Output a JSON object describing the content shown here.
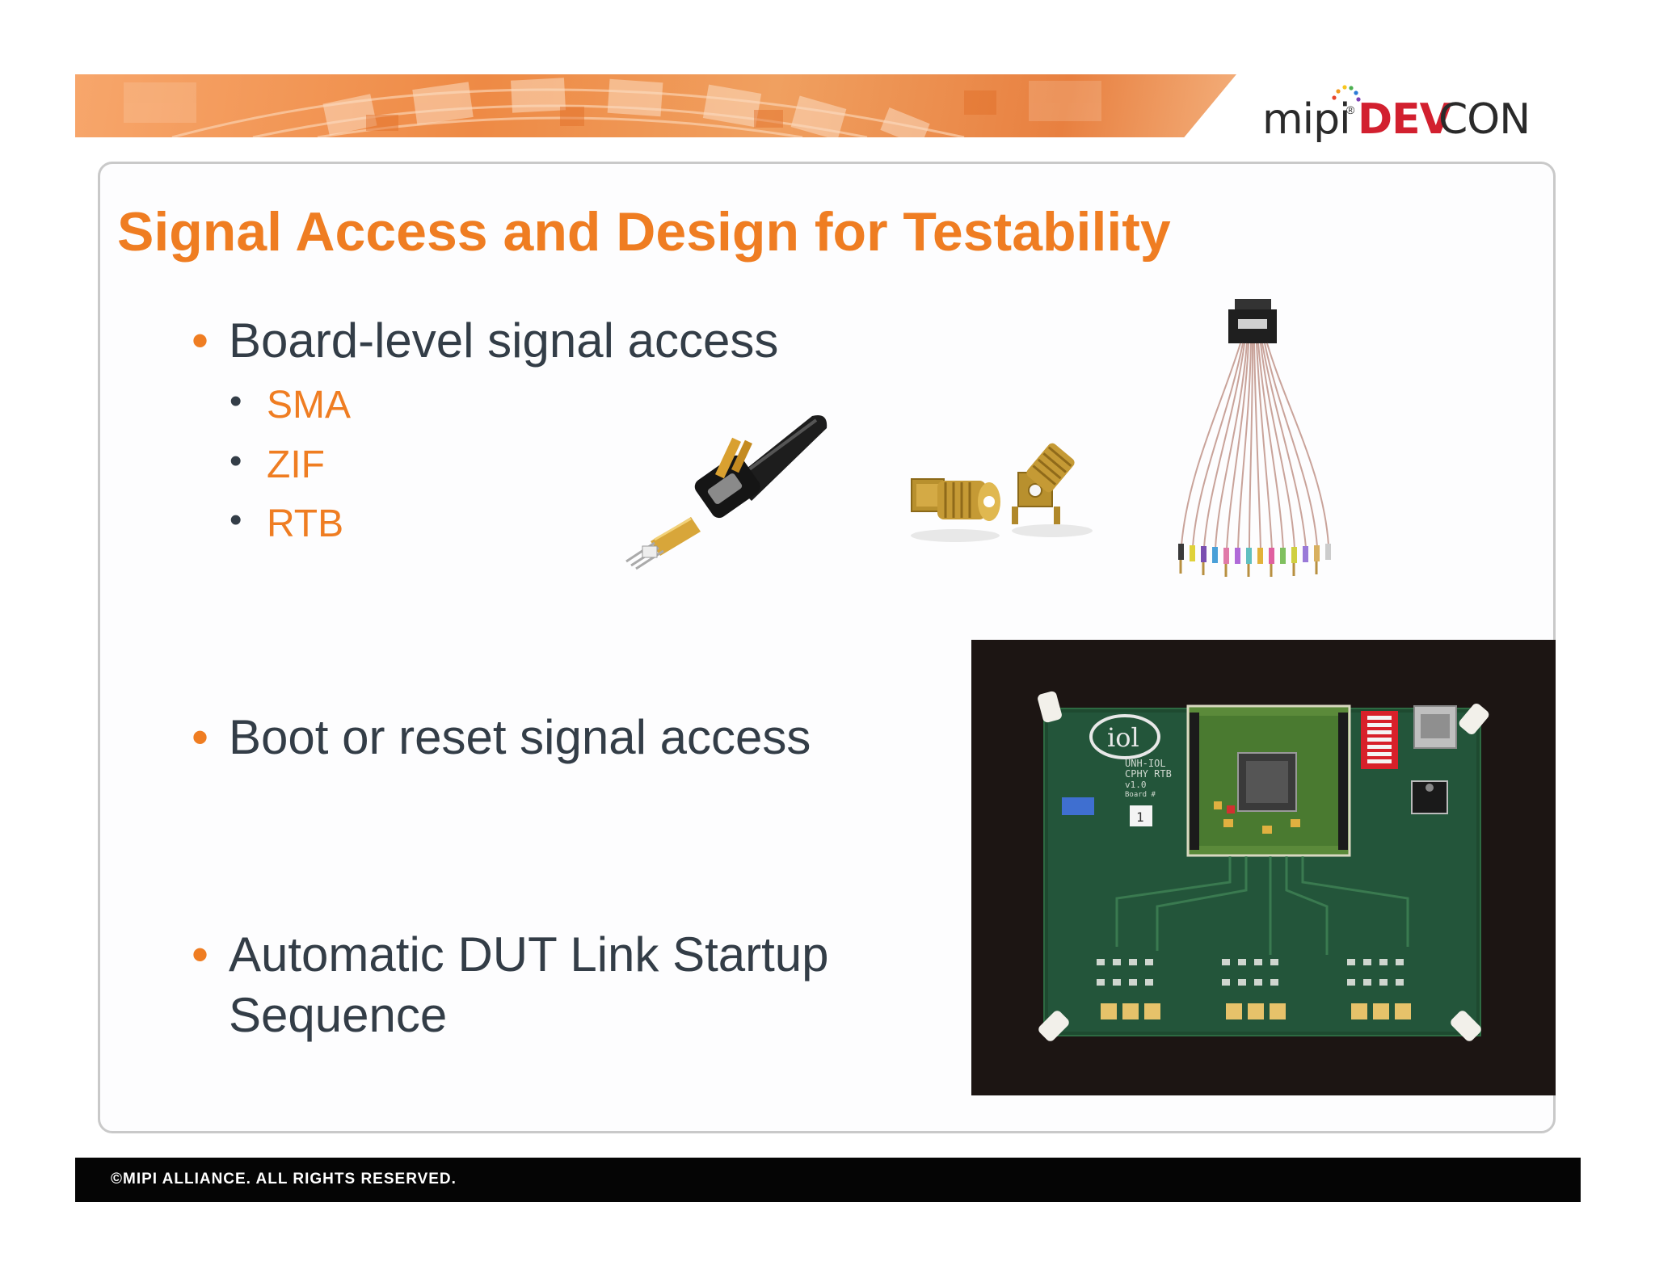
{
  "header": {
    "logo": {
      "mipi": "mipi",
      "dev": "DEV",
      "con": "CON",
      "registered": "®"
    }
  },
  "slide": {
    "title": "Signal Access and Design for Testability",
    "bullets": [
      {
        "text": "Board-level signal access",
        "sub": [
          "SMA",
          "ZIF",
          "RTB"
        ]
      },
      {
        "text": "Boot or reset signal access"
      },
      {
        "text": "Automatic DUT Link Startup",
        "text2": "Sequence"
      }
    ],
    "bullet_glyph": "•",
    "board_labels": {
      "logo": "iol",
      "line1": "UNH-IOL",
      "line2": "CPHY RTB",
      "line3": "v1.0",
      "line4": "Board #",
      "number": "1"
    }
  },
  "footer": {
    "copyright": "©MIPI ALLIANCE. ALL RIGHTS RESERVED."
  },
  "colors": {
    "accent": "#ef7d22",
    "text": "#333d47",
    "footer_bg": "#050505",
    "logo_red": "#d2202f"
  },
  "icons": [
    "zif-connector-photo",
    "sma-connector-photo",
    "rtb-cable-photo",
    "test-board-photo"
  ]
}
